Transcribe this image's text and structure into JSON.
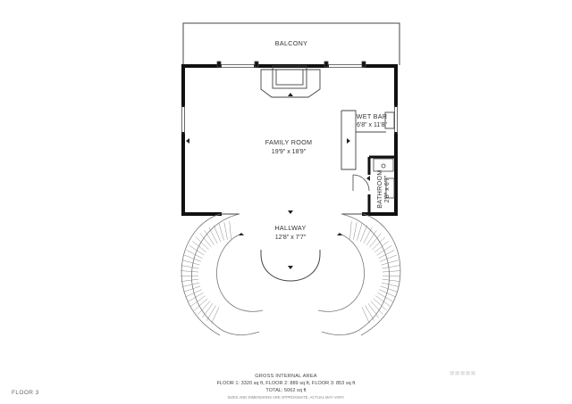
{
  "rooms": {
    "balcony": {
      "name": "BALCONY"
    },
    "family_room": {
      "name": "FAMILY ROOM",
      "dims": "19'9\" x 18'9\""
    },
    "wet_bar": {
      "name": "WET BAR",
      "dims": "6'8\" x 11'8\""
    },
    "bathroom": {
      "name": "BATHROOM",
      "dims": "2'8\" x 6'7\""
    },
    "hallway": {
      "name": "HALLWAY",
      "dims": "12'8\" x 7'7\""
    }
  },
  "footer": {
    "heading": "GROSS INTERNAL AREA",
    "floors_line": "FLOOR 1: 3320 sq ft, FLOOR 2: 889 sq ft, FLOOR 3: 853 sq ft",
    "total_line": "TOTAL: 5062 sq ft",
    "disclaimer": "SIZES AND DIMENSIONS ARE APPROXIMATE, ACTUAL MAY VARY."
  },
  "floor_label": "FLOOR 3",
  "colors": {
    "wall": "#111111",
    "thin_line": "#444444",
    "stair": "#888888"
  }
}
